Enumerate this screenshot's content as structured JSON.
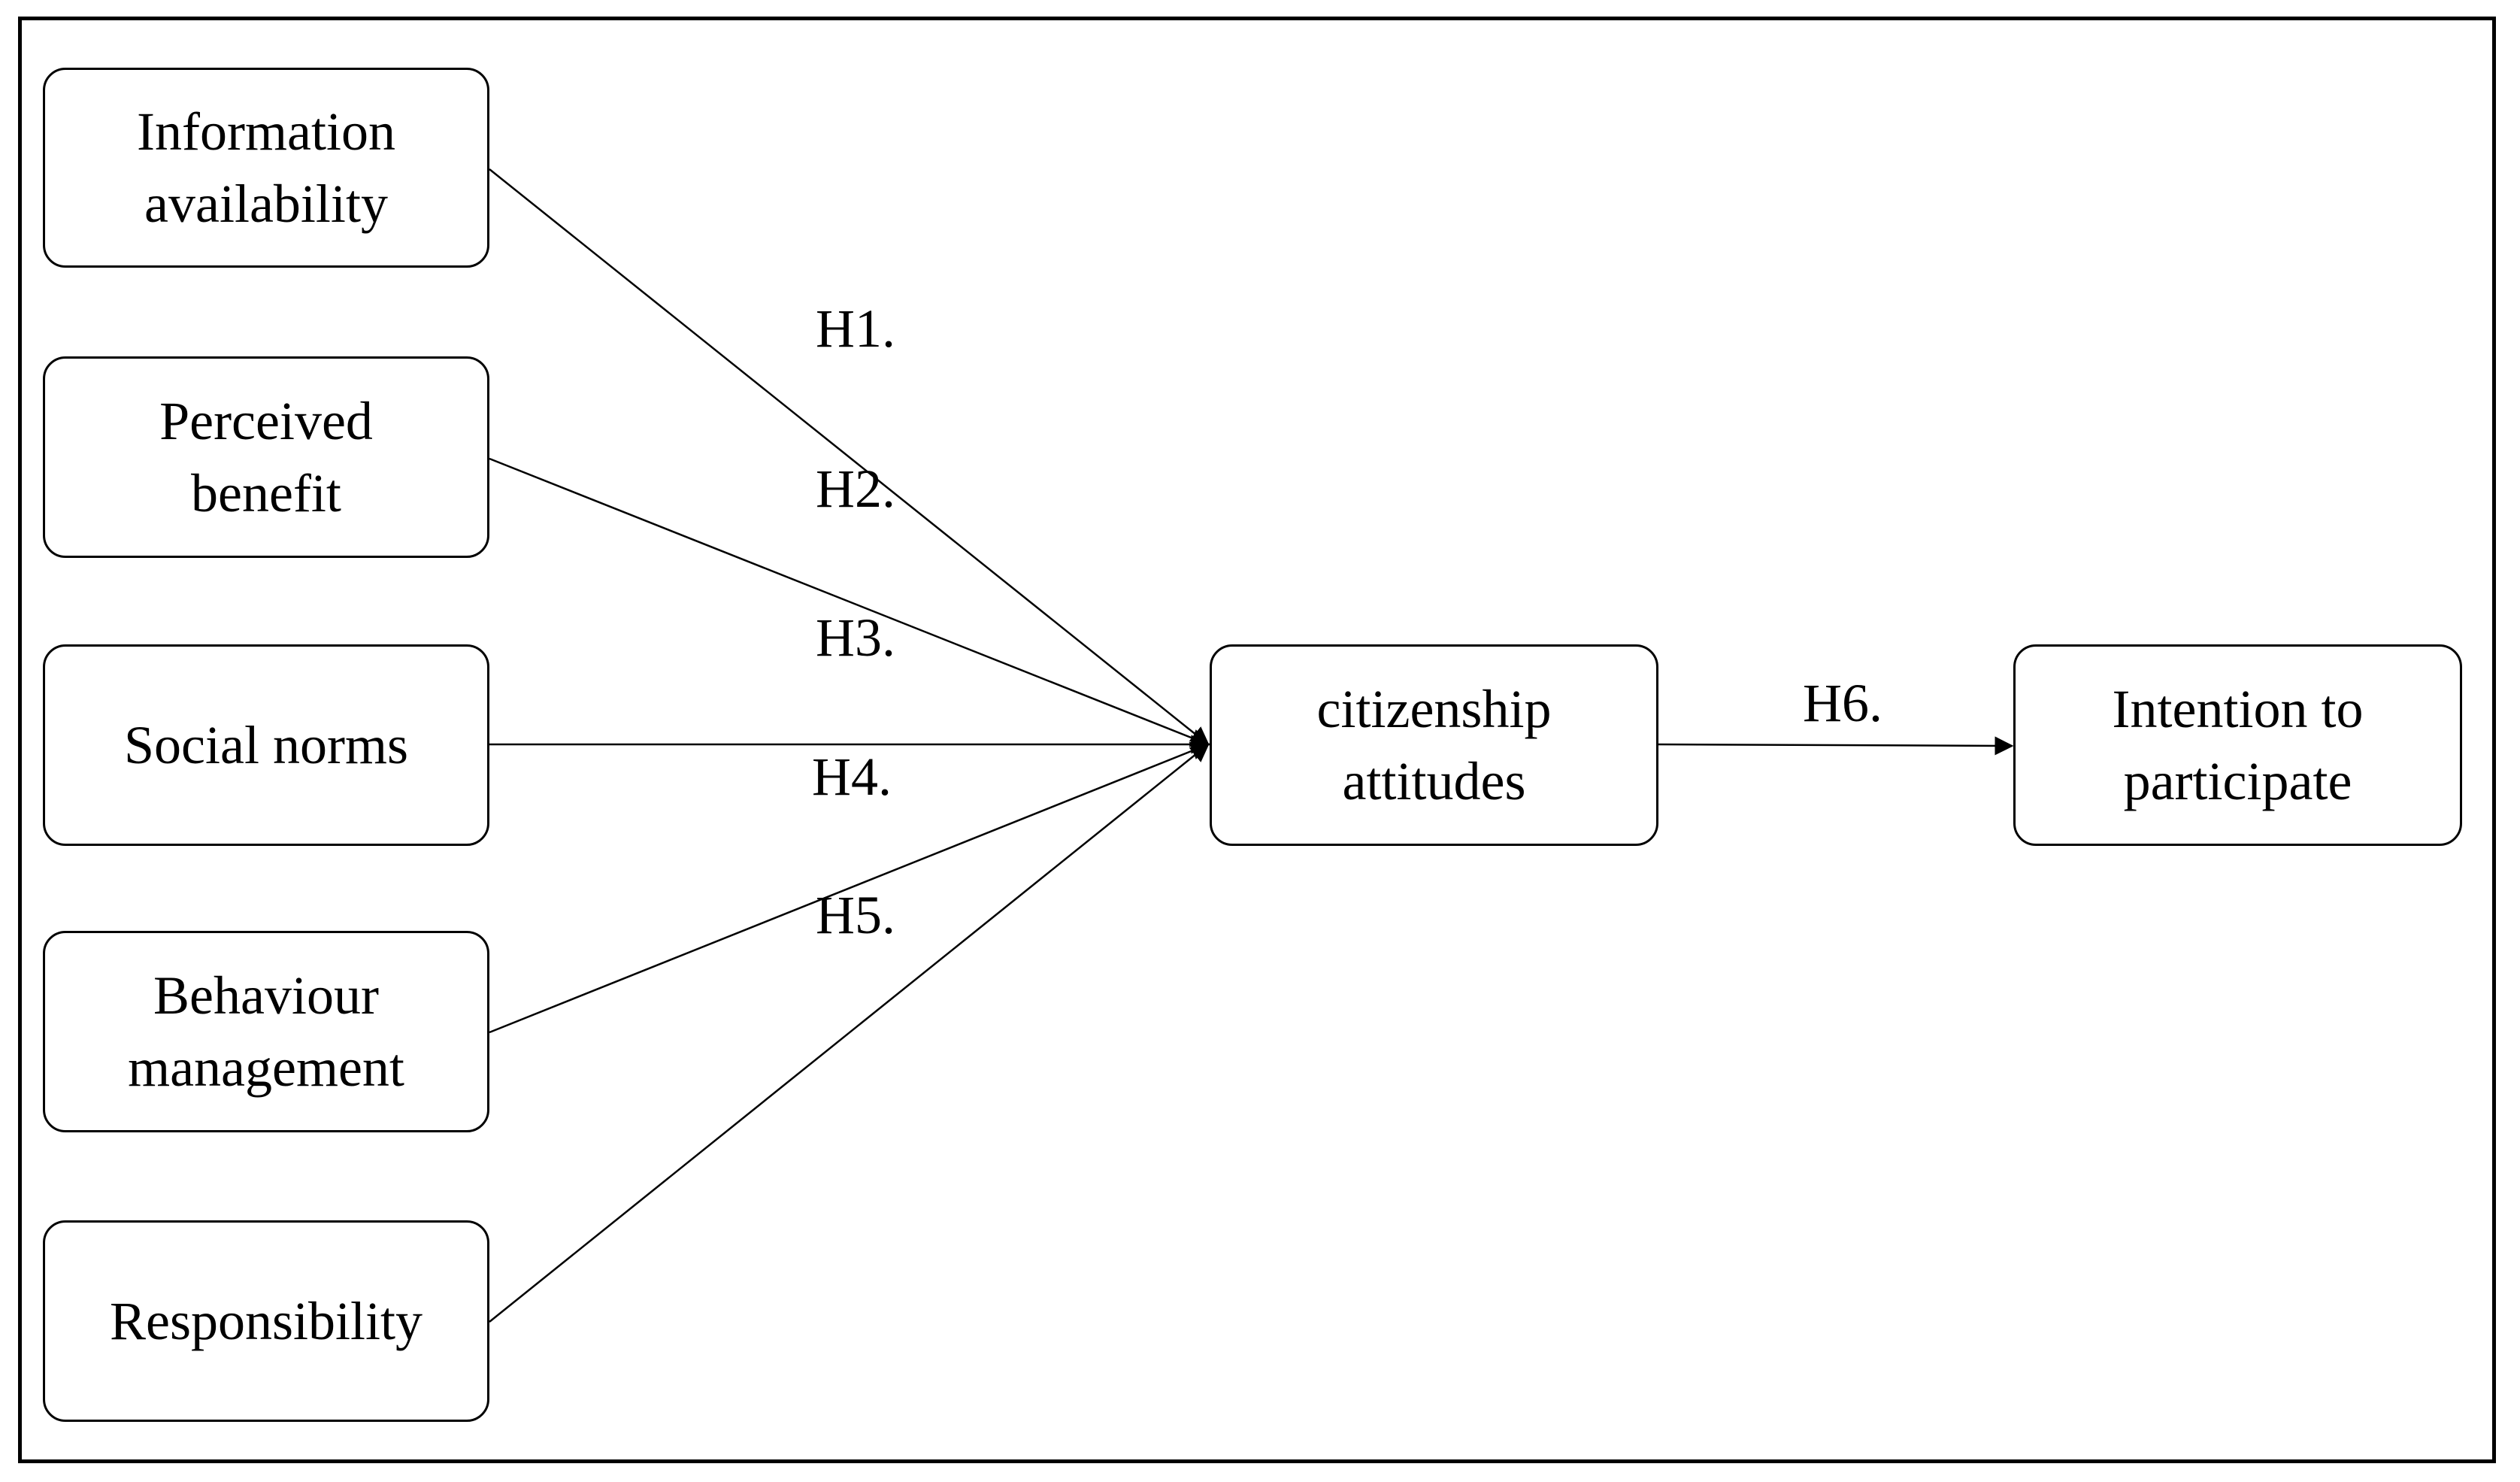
{
  "nodes": {
    "information_availability": "Information\navailability",
    "perceived_benefit": "Perceived\nbenefit",
    "social_norms": "Social norms",
    "behaviour_management": "Behaviour\nmanagement",
    "responsibility": "Responsibility",
    "citizenship_attitudes": "citizenship\nattitudes",
    "intention_to_participate": "Intention to\nparticipate"
  },
  "hypotheses": {
    "h1": "H1.",
    "h2": "H2.",
    "h3": "H3.",
    "h4": "H4.",
    "h5": "H5.",
    "h6": "H6."
  }
}
